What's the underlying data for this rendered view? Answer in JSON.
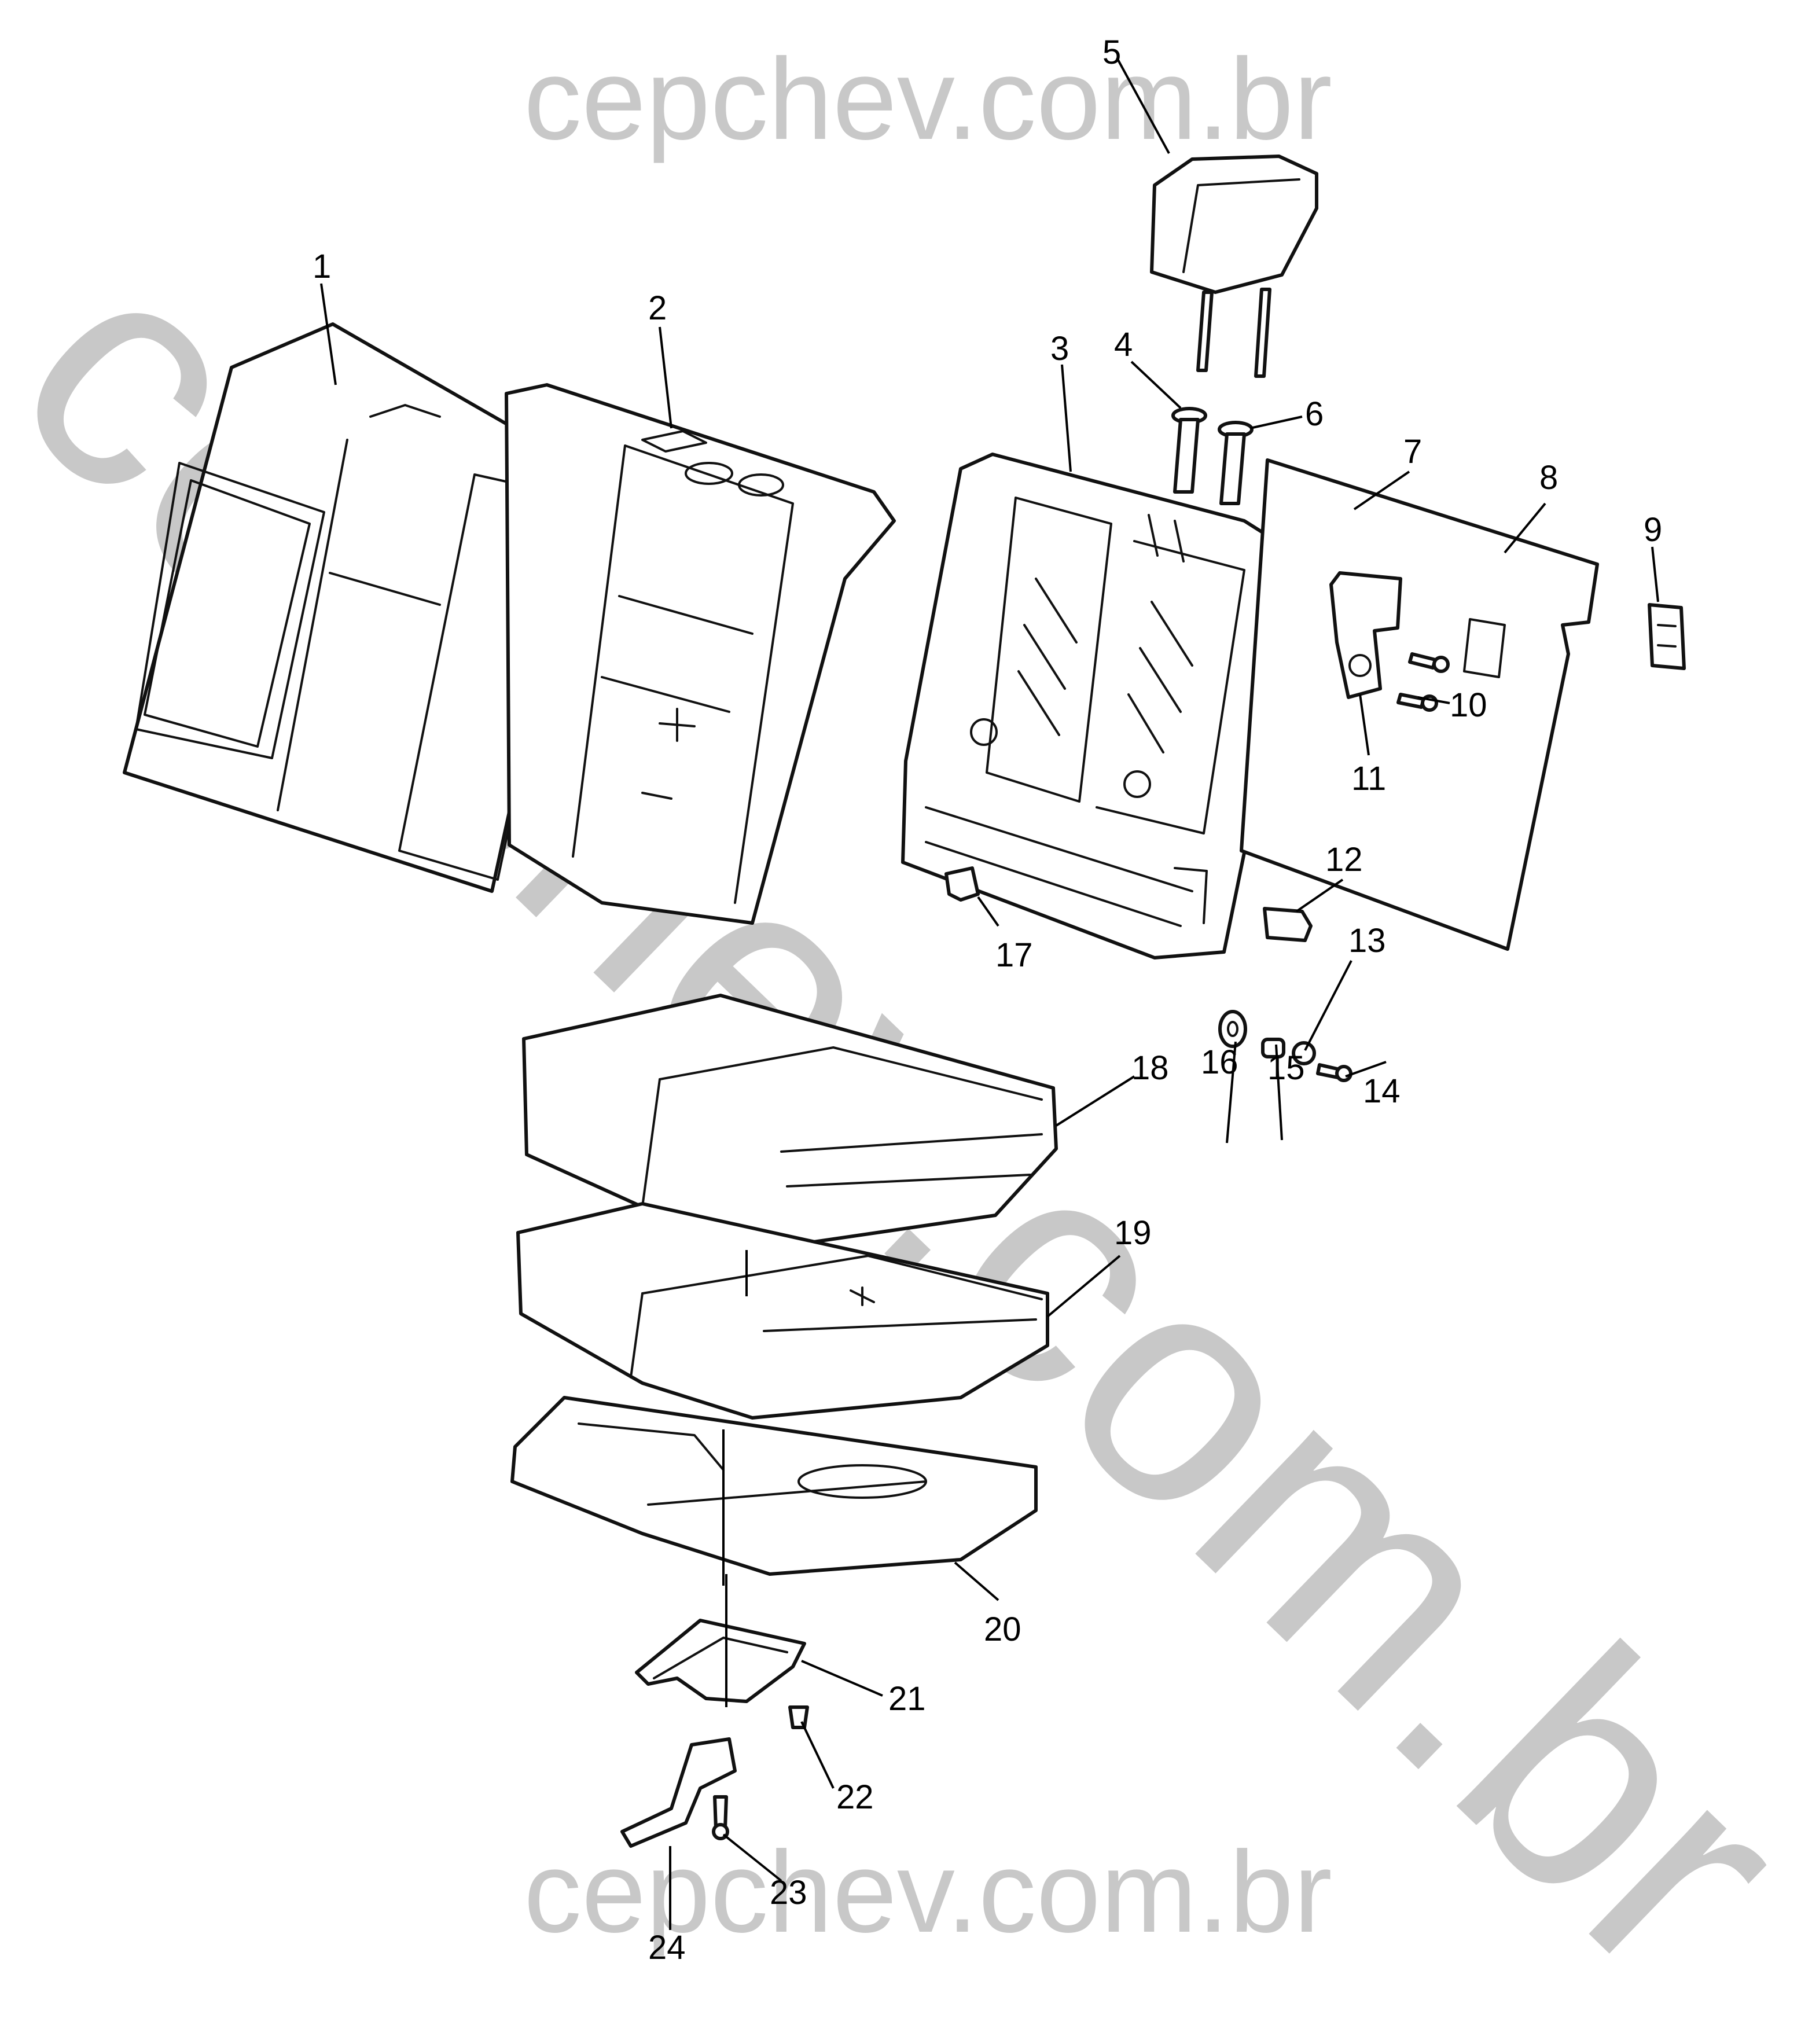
{
  "watermark": {
    "top": "cepchev.com.br",
    "diagonal": "cepchev.com.br",
    "bottom": "cepchev.com.br"
  },
  "callouts": [
    "1",
    "2",
    "3",
    "4",
    "5",
    "6",
    "7",
    "8",
    "9",
    "10",
    "11",
    "12",
    "13",
    "14",
    "15",
    "16",
    "17",
    "18",
    "19",
    "20",
    "21",
    "22",
    "23",
    "24"
  ]
}
